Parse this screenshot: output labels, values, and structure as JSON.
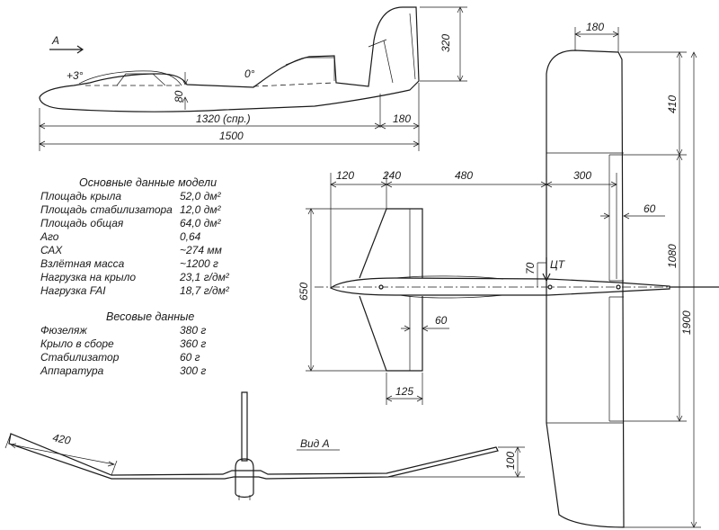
{
  "side_view": {
    "view_marker": "А",
    "angle_wing": "+3°",
    "angle_stab": "0°",
    "dim_fin_height": "320",
    "dim_fuse_height": "80",
    "dim_wing_offset": "1320 (спр.)",
    "dim_tail_length": "180",
    "dim_overall_length": "1500"
  },
  "main_data": {
    "heading": "Основные данные модели",
    "rows": [
      {
        "label": "Площадь крыла",
        "value": "52,0 дм²"
      },
      {
        "label": "Площадь стабилизатора",
        "value": "12,0 дм²"
      },
      {
        "label": "Площадь общая",
        "value": "64,0 дм²"
      },
      {
        "label": "Aго",
        "value": "0,64"
      },
      {
        "label": "САХ",
        "value": "~274 мм"
      },
      {
        "label": "Взлётная масса",
        "value": "~1200 г"
      },
      {
        "label": "Нагрузка на крыло",
        "value": "23,1 г/дм²"
      },
      {
        "label": "Нагрузка FAI",
        "value": "18,7 г/дм²"
      }
    ]
  },
  "weight_data": {
    "heading": "Весовые данные",
    "rows": [
      {
        "label": "Фюзеляж",
        "value": "380 г"
      },
      {
        "label": "Крыло в сборе",
        "value": "360 г"
      },
      {
        "label": "Стабилизатор",
        "value": "60 г"
      },
      {
        "label": "Аппаратура",
        "value": "300 г"
      }
    ]
  },
  "top_view": {
    "dim_stab_root": "120",
    "dim_stab_span_offset": "240",
    "dim_stab_to_wing": "480",
    "dim_wing_chord": "300",
    "dim_wing_tip_chord": "180",
    "dim_aileron_chord": "60",
    "dim_elevator_chord": "60",
    "dim_stab_span": "650",
    "dim_stab_tip": "125",
    "dim_cg_offset": "70",
    "cg_label": "ЦТ",
    "dim_wing_panel": "410",
    "dim_center_panel": "1080",
    "dim_wing_span": "1900"
  },
  "front_view": {
    "title": "Вид А",
    "dim_outer_panel": "420",
    "dim_dihedral": "100"
  }
}
